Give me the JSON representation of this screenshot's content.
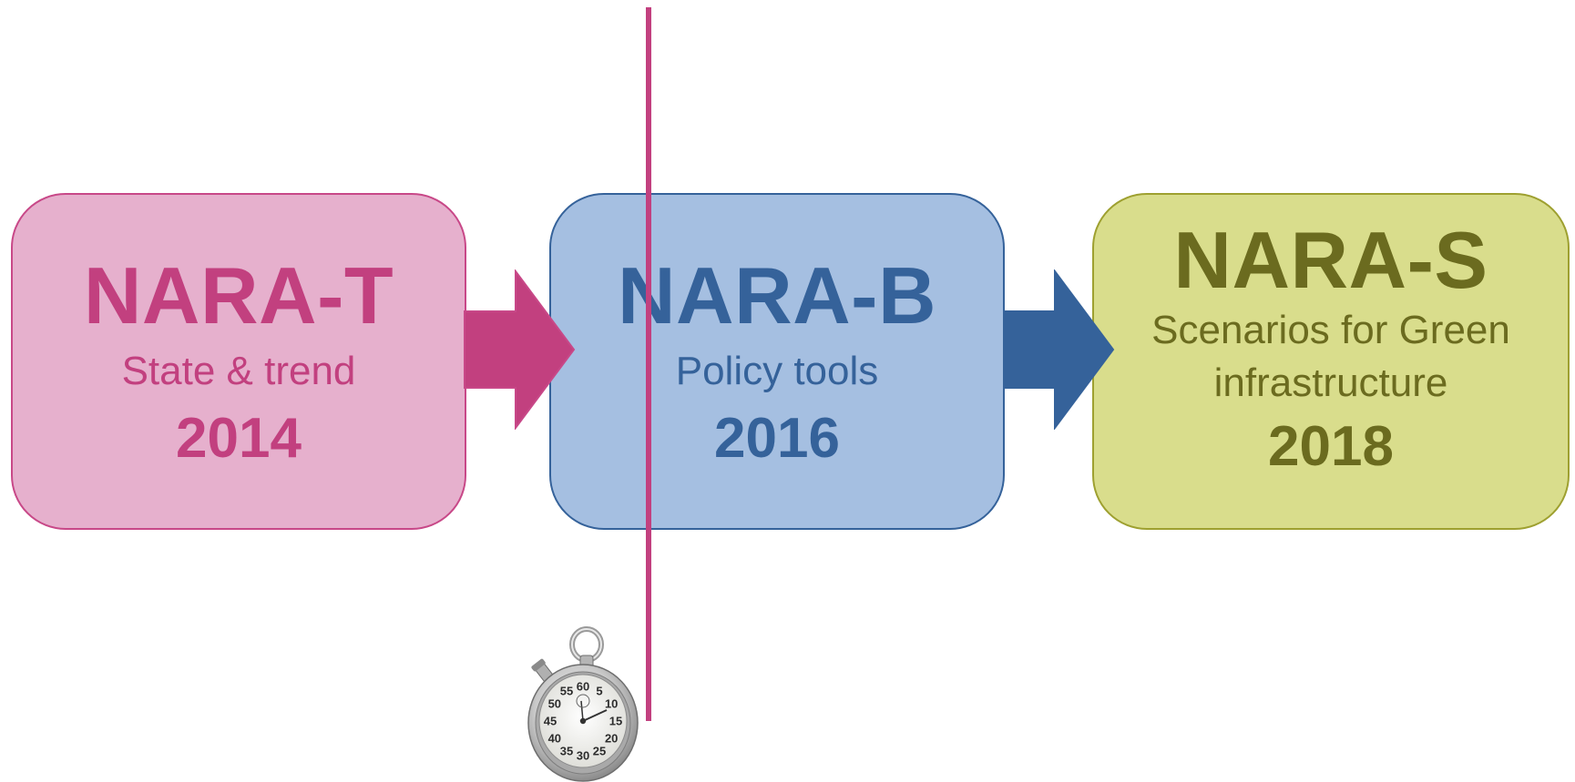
{
  "colors": {
    "t_fill": "#e6b0cd",
    "t_border": "#c84888",
    "t_text": "#c2407f",
    "b_fill": "#a5bfe1",
    "b_border": "#35629a",
    "b_text": "#35629a",
    "s_fill": "#d9dd8c",
    "s_border": "#9ea030",
    "s_text": "#6b6b1f",
    "arrow_t": "#c2407f",
    "arrow_b": "#35629a",
    "marker": "#c2407f"
  },
  "stages": [
    {
      "code": "NARA-T",
      "description": "State & trend",
      "year": "2014"
    },
    {
      "code": "NARA-B",
      "description": "Policy tools",
      "year": "2016"
    },
    {
      "code": "NARA-S",
      "description": "Scenarios for Green infrastructure",
      "year": "2018"
    }
  ],
  "stopwatch": {
    "icon": "stopwatch-icon",
    "dial_numbers": [
      "60",
      "5",
      "10",
      "15",
      "20",
      "25",
      "30",
      "35",
      "40",
      "45",
      "50",
      "55"
    ]
  }
}
